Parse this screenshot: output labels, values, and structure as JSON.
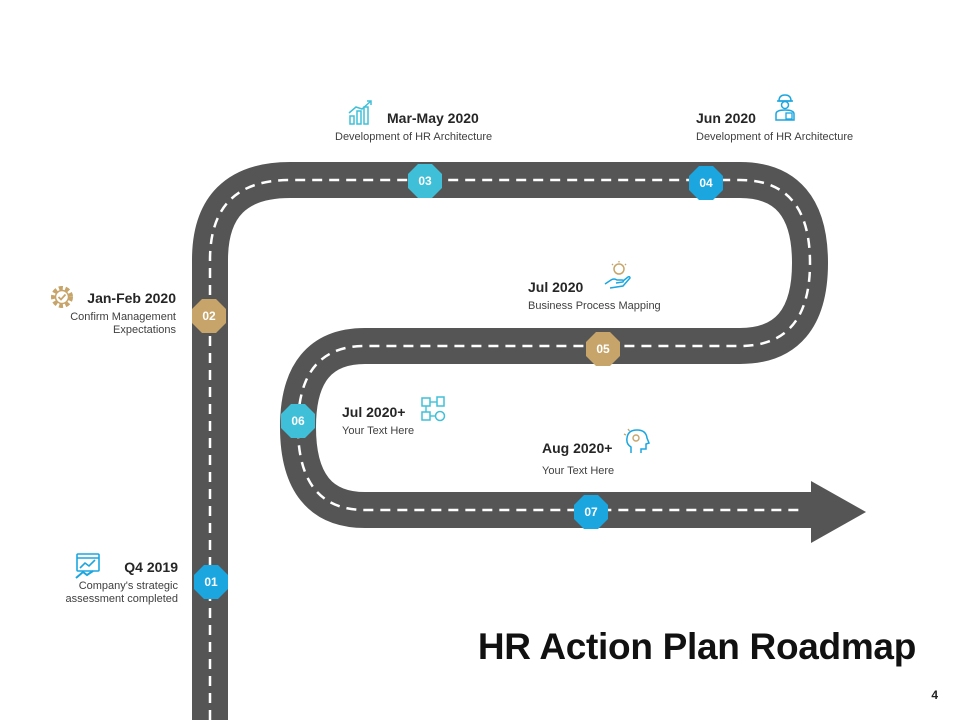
{
  "title": "HR Action Plan Roadmap",
  "page_number": "4",
  "colors": {
    "road": "#555555",
    "road_dash": "#ffffff",
    "blue": "#1ba6e0",
    "teal": "#3fc0d8",
    "gold": "#c7a46a"
  },
  "milestones": [
    {
      "number": "01",
      "period": "Q4 2019",
      "description": "Company's strategic assessment completed",
      "icon": "analytics-icon",
      "color": "blue"
    },
    {
      "number": "02",
      "period": "Jan-Feb 2020",
      "description": "Confirm Management Expectations",
      "icon": "gear-check-icon",
      "color": "gold"
    },
    {
      "number": "03",
      "period": "Mar-May 2020",
      "description": "Development of HR Architecture",
      "icon": "bar-chart-icon",
      "color": "teal"
    },
    {
      "number": "04",
      "period": "Jun 2020",
      "description": "Development of HR Architecture",
      "icon": "worker-icon",
      "color": "blue"
    },
    {
      "number": "05",
      "period": "Jul 2020",
      "description": "Business Process Mapping",
      "icon": "hand-idea-icon",
      "color": "gold"
    },
    {
      "number": "06",
      "period": "Jul 2020+",
      "description": "Your Text Here",
      "icon": "process-icon",
      "color": "teal"
    },
    {
      "number": "07",
      "period": "Aug 2020+",
      "description": "Your Text Here",
      "icon": "head-idea-icon",
      "color": "blue"
    }
  ]
}
